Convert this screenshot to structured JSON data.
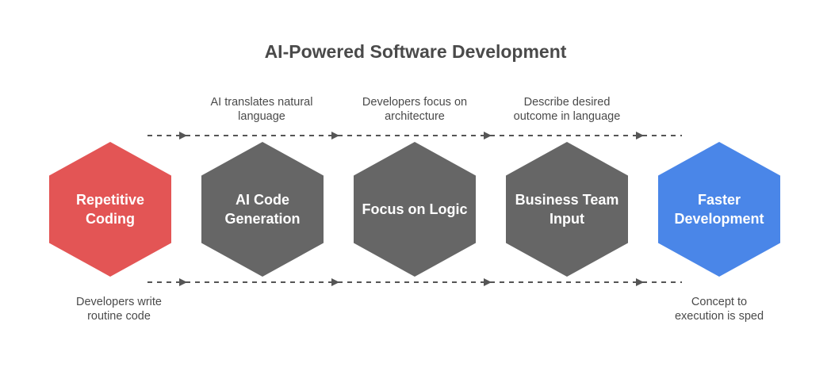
{
  "title": "AI-Powered Software Development",
  "colors": {
    "start": "#e35555",
    "middle": "#666666",
    "end": "#4a86e8",
    "text_dark": "#4a4a4a",
    "connector": "#555555"
  },
  "steps": [
    {
      "line1": "Repetitive",
      "line2": "Coding",
      "color": "#e35555"
    },
    {
      "line1": "AI Code",
      "line2": "Generation",
      "color": "#666666"
    },
    {
      "line1": "Focus on Logic",
      "line2": "",
      "color": "#666666"
    },
    {
      "line1": "Business Team",
      "line2": "Input",
      "color": "#666666"
    },
    {
      "line1": "Faster",
      "line2": "Development",
      "color": "#4a86e8"
    }
  ],
  "top_notes": [
    {
      "line1": "AI translates natural",
      "line2": "language"
    },
    {
      "line1": "Developers focus on",
      "line2": "architecture"
    },
    {
      "line1": "Describe desired",
      "line2": "outcome in language"
    }
  ],
  "bottom_notes": [
    {
      "line1": "Developers write",
      "line2": "routine code"
    },
    {
      "line1": "Concept to",
      "line2": "execution is sped"
    }
  ]
}
